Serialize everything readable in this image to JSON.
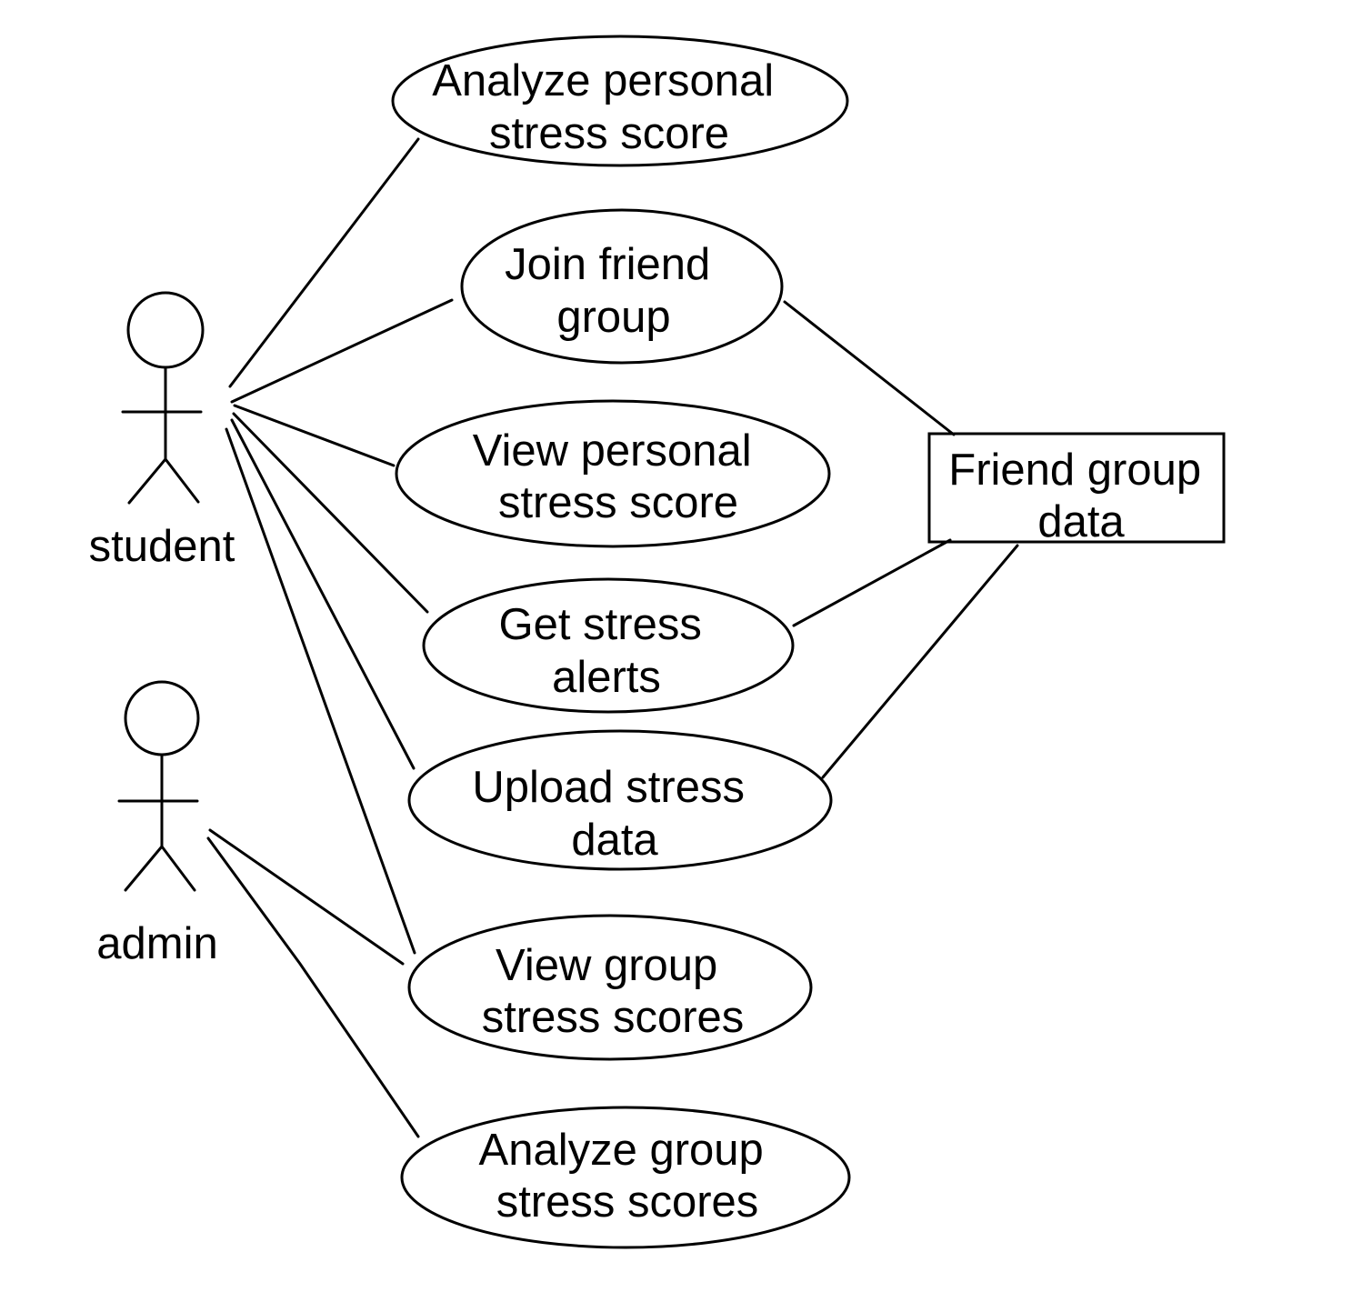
{
  "actors": [
    {
      "id": "student",
      "label": "student"
    },
    {
      "id": "admin",
      "label": "admin"
    }
  ],
  "use_cases": [
    {
      "id": "uc-analyze-personal",
      "lines": [
        "Analyze personal",
        "stress score"
      ]
    },
    {
      "id": "uc-join-group",
      "lines": [
        "Join friend",
        "group"
      ]
    },
    {
      "id": "uc-view-personal",
      "lines": [
        "View personal",
        "stress score"
      ]
    },
    {
      "id": "uc-get-alerts",
      "lines": [
        "Get stress",
        "alerts"
      ]
    },
    {
      "id": "uc-upload-data",
      "lines": [
        "Upload stress",
        "data"
      ]
    },
    {
      "id": "uc-view-group",
      "lines": [
        "View group",
        "stress scores"
      ]
    },
    {
      "id": "uc-analyze-group",
      "lines": [
        "Analyze group",
        "stress scores"
      ]
    }
  ],
  "data_store": {
    "id": "friend-group-data",
    "lines": [
      "Friend group",
      "data"
    ]
  },
  "associations": [
    {
      "from": "student",
      "to": "uc-analyze-personal"
    },
    {
      "from": "student",
      "to": "uc-join-group"
    },
    {
      "from": "student",
      "to": "uc-view-personal"
    },
    {
      "from": "student",
      "to": "uc-get-alerts"
    },
    {
      "from": "student",
      "to": "uc-upload-data"
    },
    {
      "from": "student",
      "to": "uc-view-group"
    },
    {
      "from": "admin",
      "to": "uc-view-group"
    },
    {
      "from": "admin",
      "to": "uc-analyze-group"
    },
    {
      "from": "uc-join-group",
      "to": "friend-group-data"
    },
    {
      "from": "uc-get-alerts",
      "to": "friend-group-data"
    },
    {
      "from": "uc-upload-data",
      "to": "friend-group-data"
    }
  ]
}
